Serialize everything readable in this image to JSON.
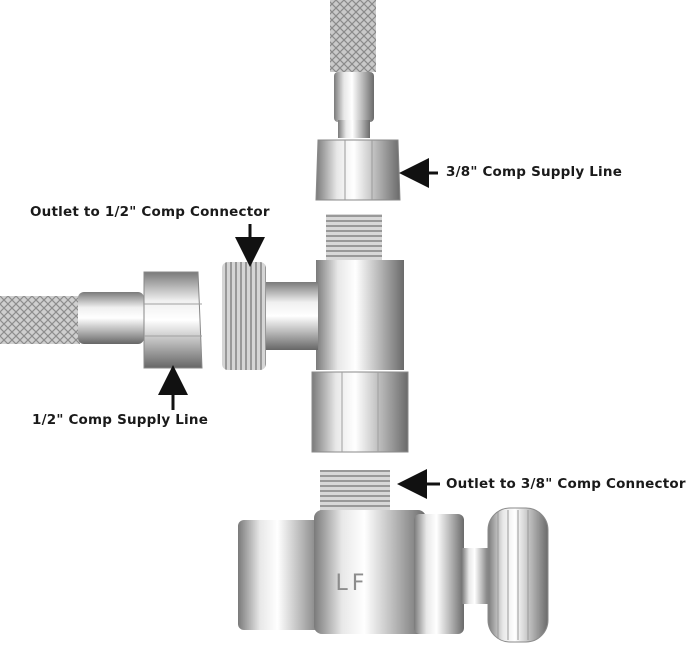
{
  "labels": {
    "top_supply": "3/8\" Comp Supply Line",
    "outlet_half": "Outlet to 1/2\" Comp Connector",
    "half_supply": "1/2\" Comp Supply Line",
    "outlet_threeeighths": "Outlet to 3/8\" Comp Connector"
  },
  "valve_marking": "LF",
  "colors": {
    "background": "#ffffff",
    "chrome_light": "#f2f2f2",
    "chrome_mid": "#bfbfbf",
    "chrome_dark": "#6e6e6e",
    "arrow": "#111111",
    "text": "#1a1a1a"
  }
}
